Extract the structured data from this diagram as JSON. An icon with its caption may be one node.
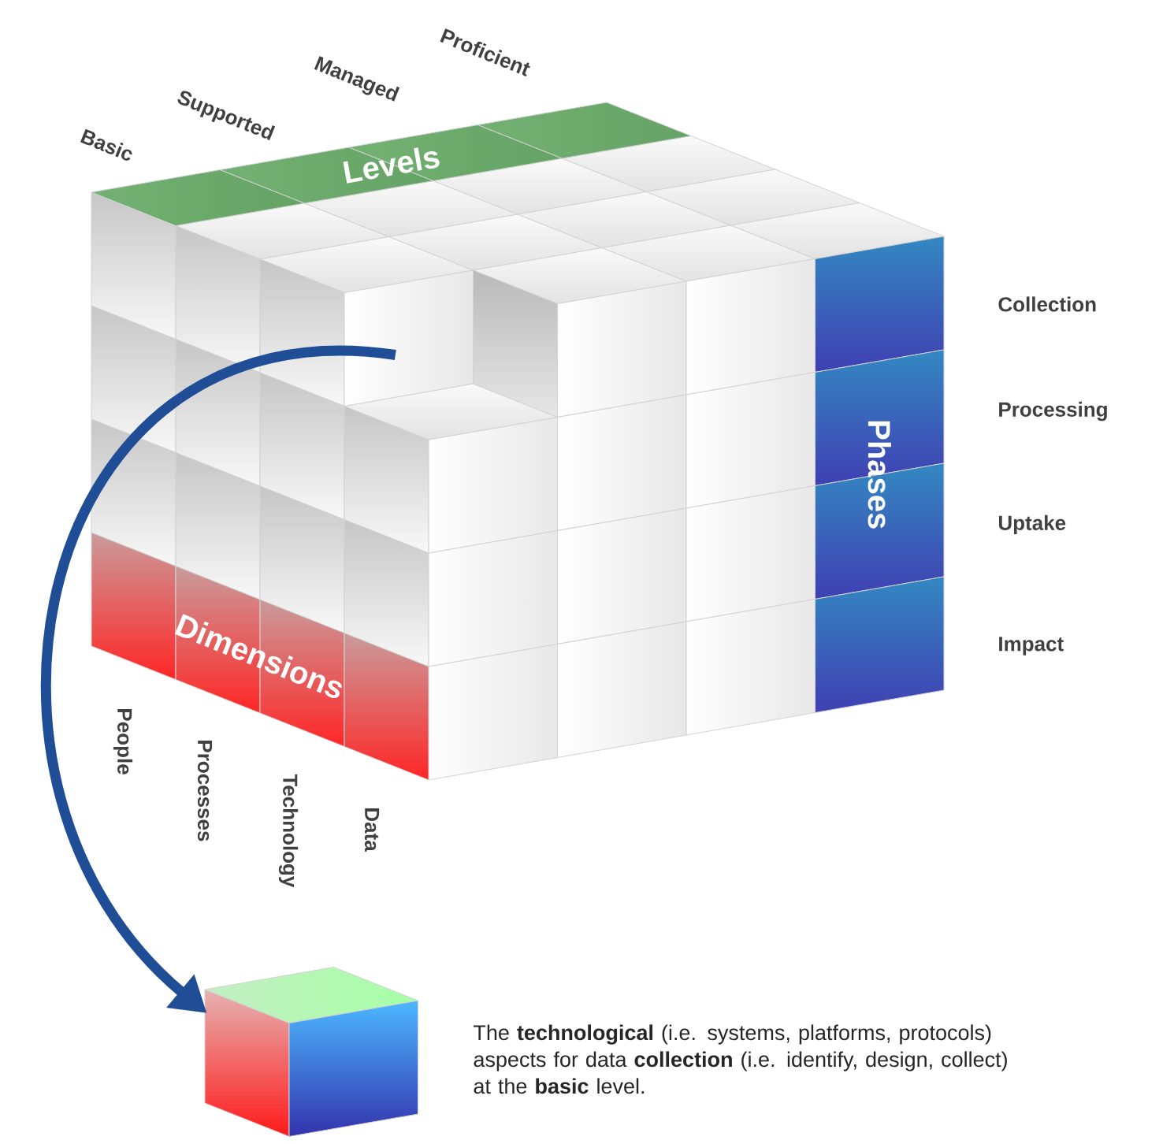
{
  "diagram": {
    "nodes": [
      {
        "text": [
          "Levels"
        ]
      },
      {
        "text": [
          "Phases"
        ]
      },
      {
        "text": [
          "Dimensions"
        ]
      },
      {
        "text": [],
        "shape": "box"
      },
      {
        "text": [],
        "shape": "box",
        "beside": [
          "The **technological** (i.e. systems, platforms, protocols) aspects for data **collection** (i.e. identify, design, collect) at the **basic** level."
        ]
      }
    ],
    "edges": [
      {
        "from": 3,
        "to": 4,
        "arrow": "to"
      }
    ],
    "labels": [
      "Basic",
      "Supported",
      "Managed",
      "Proficient",
      "Collection",
      "Processing",
      "Uptake",
      "Impact",
      "People",
      "Processes",
      "Technology",
      "Data"
    ]
  }
}
